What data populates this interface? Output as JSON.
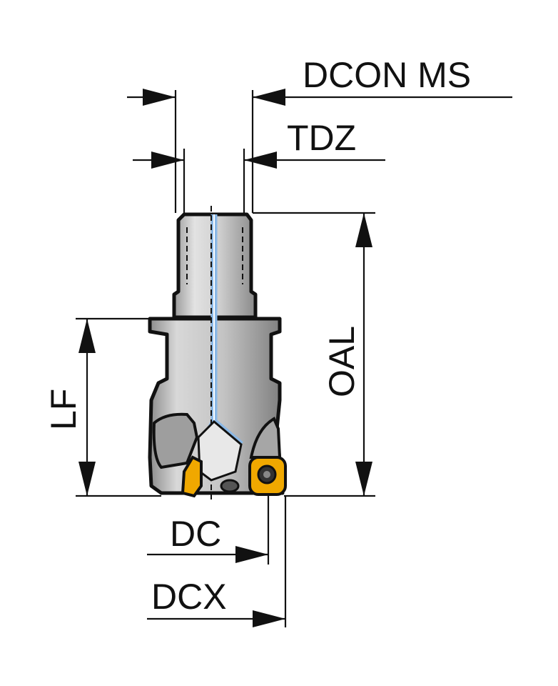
{
  "labels": {
    "dcon_ms": "DCON MS",
    "tdz": "TDZ",
    "oal": "OAL",
    "lf": "LF",
    "dc": "DC",
    "dcx": "DCX"
  },
  "colors": {
    "tool_body": "#c8c8c8",
    "tool_shade": "#8f8f8f",
    "coolant_channel": "#8ab8e6",
    "insert": "#f0a800",
    "outline": "#111111"
  }
}
